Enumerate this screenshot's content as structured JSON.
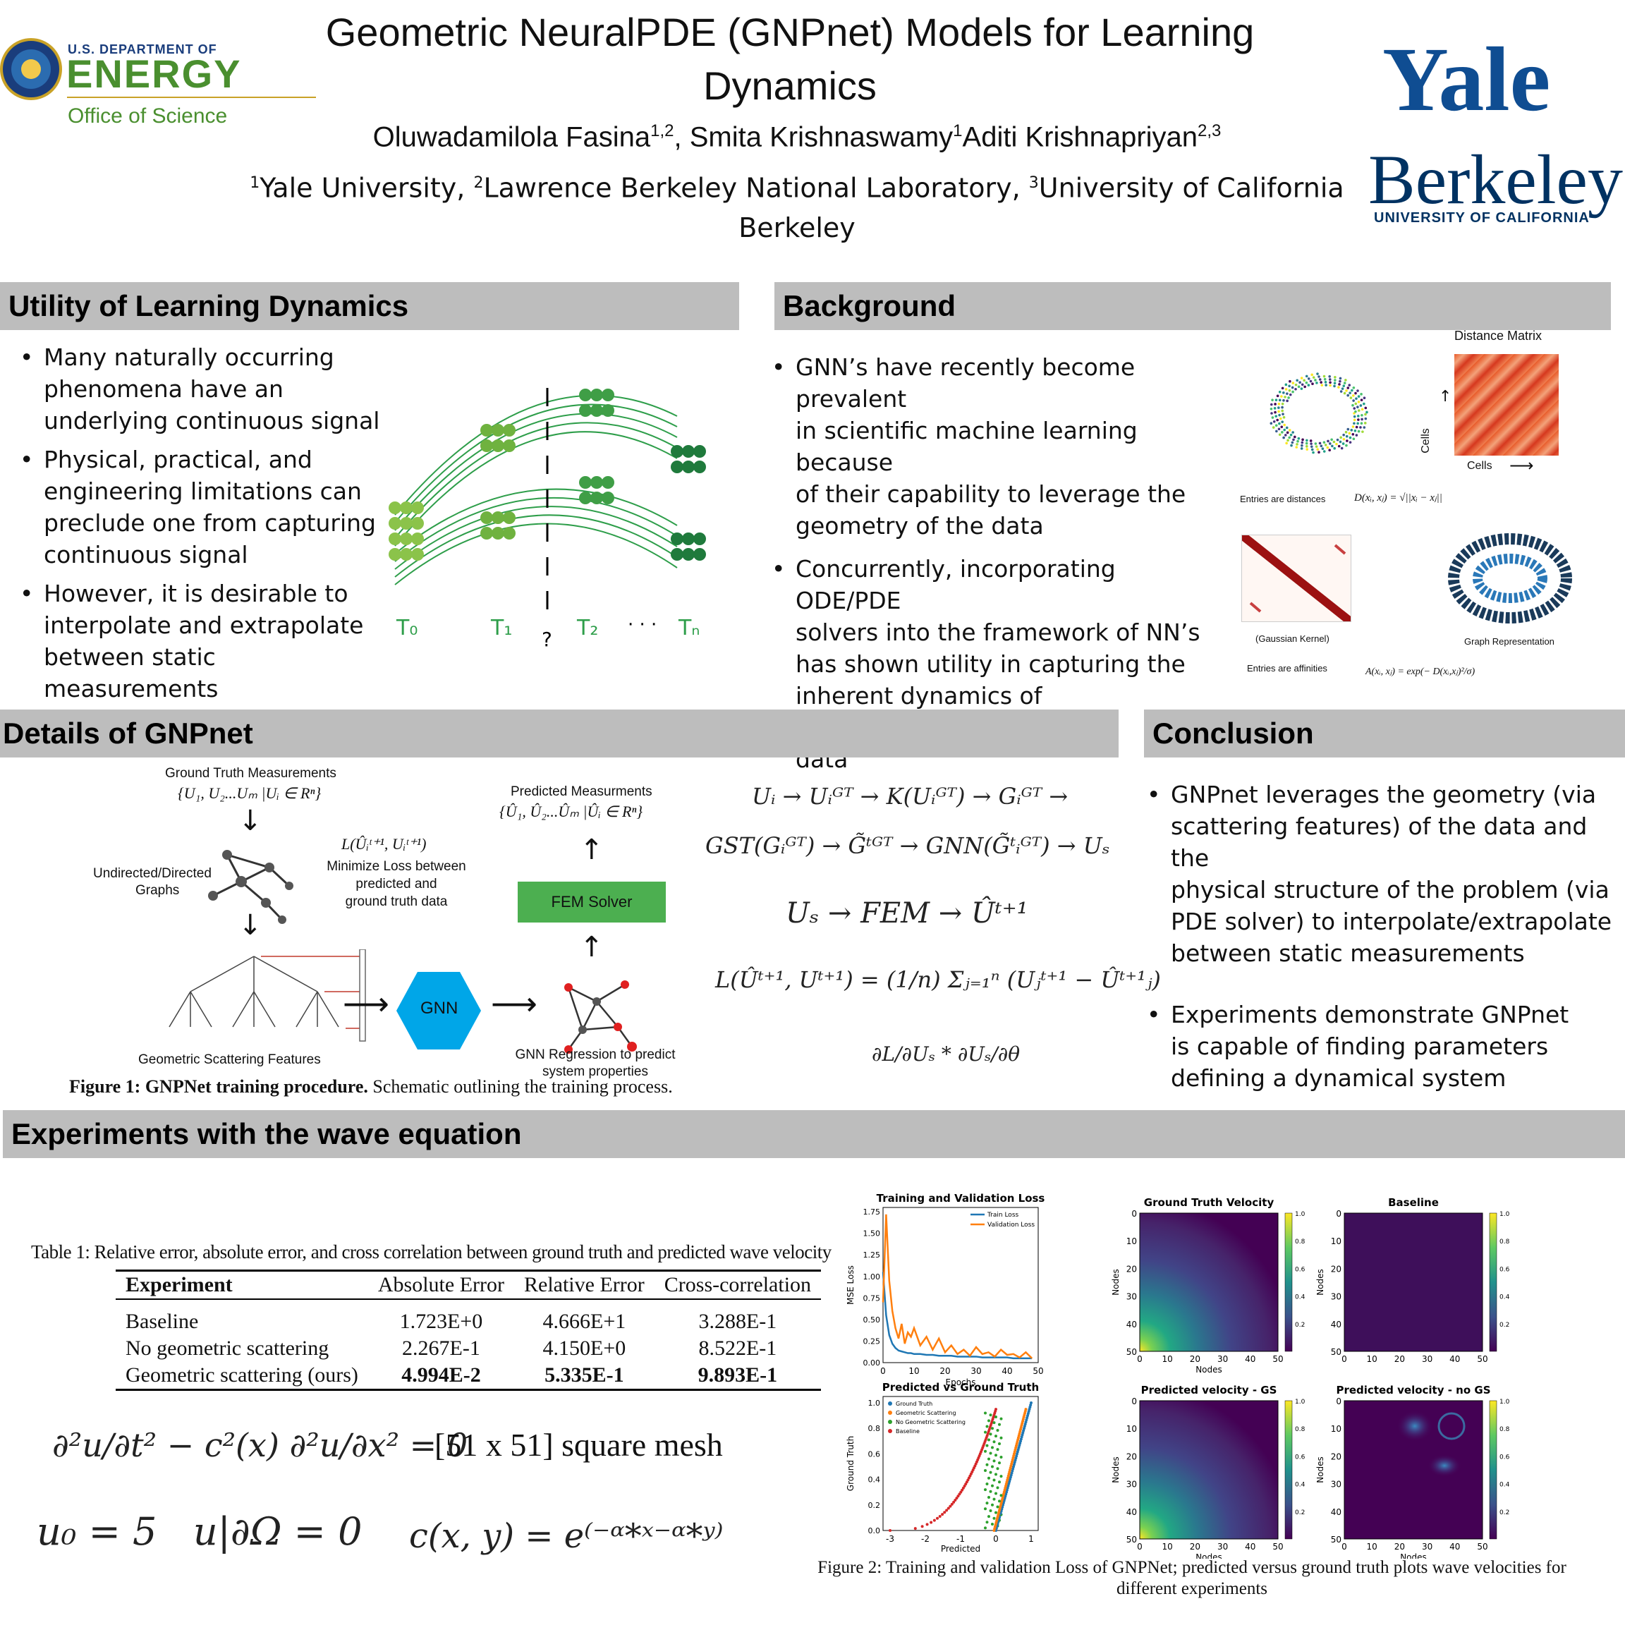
{
  "header": {
    "title_line1": "Geometric NeuralPDE (GNPnet) Models for Learning",
    "title_line2": "Dynamics",
    "authors": [
      {
        "name": "Oluwadamilola Fasina",
        "sup": "1,2"
      },
      {
        "name": ", Smita Krishnaswamy",
        "sup": "1"
      },
      {
        "name": "Aditi Krishnapriyan",
        "sup": "2,3"
      }
    ],
    "affiliations": [
      {
        "sup": "1",
        "name": "Yale University, "
      },
      {
        "sup": "2",
        "name": "Lawrence Berkeley National Laboratory, "
      },
      {
        "sup": "3",
        "name": "University of California"
      }
    ],
    "affiliation_line2": "Berkeley"
  },
  "logos": {
    "doe_line1": "U.S. DEPARTMENT OF",
    "doe_line2": "ENERGY",
    "doe_line3": "Office of Science",
    "yale": "Yale",
    "berkeley": "Berkeley",
    "berkeley_sub": "UNIVERSITY OF CALIFORNIA"
  },
  "colors": {
    "section_header_bg": "#bdbdbd",
    "yale_blue": "#0f4d92",
    "berkeley_blue": "#003262",
    "doe_green": "#4a8f2f",
    "fem_green": "#4caf50",
    "gnn_blue": "#00a6e8"
  },
  "utility": {
    "heading": "Utility of Learning Dynamics",
    "bullets": [
      [
        "Many naturally occurring",
        "phenomena have an",
        "underlying continuous signal"
      ],
      [
        "Physical, practical, and",
        "engineering limitations can",
        "preclude one from capturing",
        "continuous signal"
      ],
      [
        "However, it is desirable to",
        "interpolate and extrapolate",
        "between static measurements"
      ]
    ],
    "time_labels": [
      "T₀",
      "T₁",
      "?",
      "T₂",
      "· · ·",
      "Tₙ"
    ]
  },
  "background": {
    "heading": "Background",
    "bullets": [
      [
        "GNN’s have recently become prevalent",
        "in scientific machine learning because",
        "of their capability to leverage the",
        "geometry of the data"
      ],
      [
        "Concurrently, incorporating ODE/PDE",
        "solvers into the framework of NN’s",
        "has shown utility in capturing the",
        "inherent dynamics of measurement",
        "data"
      ]
    ],
    "distance_matrix_label": "Distance Matrix",
    "cells_label_x": "Cells",
    "cells_label_y": "Cells",
    "entries_distances": "Entries are distances",
    "distance_formula": "D(xᵢ, xⱼ) = √||xᵢ − xⱼ||",
    "gaussian_kernel_label": "(Gaussian Kernel)",
    "graph_rep_label": "Graph Representation",
    "entries_affinities": "Entries are affinities",
    "affinity_formula": "A(xᵢ, xⱼ) = exp(− D(xᵢ,xⱼ)²/σ)"
  },
  "details": {
    "heading": "Details of GNPnet",
    "gt_title": "Ground Truth Measurements",
    "gt_set": "{U₁, U₂...Uₘ |Uᵢ ∈ Rⁿ}",
    "graphs_label_1": "Undirected/Directed",
    "graphs_label_2": "Graphs",
    "loss_expr": "L(Ûᵢᵗ⁺¹, Uᵢᵗ⁺¹)",
    "loss_text": [
      "Minimize Loss between",
      "predicted and",
      "ground truth data"
    ],
    "pred_title": "Predicted Measurments",
    "pred_set": "{Û₁, Û₂...Ûₘ |Ûᵢ ∈ Rⁿ}",
    "fem_label": "FEM Solver",
    "gnn_label": "GNN",
    "scattering_label": "Geometric Scattering Features",
    "regression_label_1": "GNN Regression to predict",
    "regression_label_2": "system properties",
    "figure_caption_bold": "Figure 1: GNPNet training procedure.",
    "figure_caption_rest": " Schematic outlining the training process.",
    "equations": [
      "Uᵢ → Uᵢᴳᵀ → K(Uᵢᴳᵀ) → Gᵢᴳᵀ →",
      "GST(Gᵢᴳᵀ) → G̃ᵗᴳᵀ → GNN(G̃ᵗᵢᴳᵀ) → Uₛ",
      "Uₛ → FEM → Ûᵗ⁺¹",
      "L(Ûᵗ⁺¹, Uᵗ⁺¹) = (1/n) Σⱼ₌₁ⁿ (Uⱼᵗ⁺¹ − Ûᵗ⁺¹ⱼ)",
      "∂L/∂Uₛ * ∂Uₛ/∂θ"
    ]
  },
  "conclusion": {
    "heading": "Conclusion",
    "bullets": [
      [
        "GNPnet leverages the geometry (via",
        "scattering features) of the data and the",
        "physical structure of the problem (via",
        "PDE solver) to interpolate/extrapolate",
        "between static measurements"
      ],
      [
        "Experiments demonstrate GNPnet",
        "is capable of finding parameters",
        "defining a dynamical system"
      ]
    ]
  },
  "experiments": {
    "heading": "Experiments with the wave equation",
    "table_caption": "Table 1: Relative error, absolute error, and cross correlation between ground truth and predicted wave velocity",
    "table_headers": [
      "Experiment",
      "Absolute Error",
      "Relative Error",
      "Cross-correlation"
    ],
    "table_rows": [
      [
        "Baseline",
        "1.723E+0",
        "4.666E+1",
        "3.288E-1"
      ],
      [
        "No geometric scattering",
        "2.267E-1",
        "4.150E+0",
        "8.522E-1"
      ],
      [
        "Geometric scattering (ours)",
        "4.994E-2",
        "5.335E-1",
        "9.893E-1"
      ]
    ],
    "wave_eq": "∂²u/∂t² − c²(x) ∂²u/∂x² = 0",
    "mesh": "[51 x 51] square mesh",
    "init": "u₀ = 5   u|∂Ω = 0",
    "speed": "c(x, y) = e⁽⁻ᵅ*ˣ⁻ᵅ*ʸ⁾",
    "figure2_caption_line1": "Figure 2: Training and validation Loss of GNPNet; predicted versus ground truth plots wave velocities for",
    "figure2_caption_line2": "different experiments"
  },
  "chart_data": [
    {
      "type": "line",
      "title": "Training and Validation Loss",
      "xlabel": "Epochs",
      "ylabel": "MSE Loss",
      "xlim": [
        0,
        50
      ],
      "ylim": [
        0,
        1.8
      ],
      "xticks": [
        "0",
        "10",
        "20",
        "30",
        "40",
        "50"
      ],
      "yticks": [
        "0.00",
        "0.25",
        "0.50",
        "0.75",
        "1.00",
        "1.25",
        "1.50",
        "1.75"
      ],
      "legend_position": "top-right",
      "x": [
        0,
        1,
        2,
        3,
        4,
        5,
        6,
        7,
        8,
        9,
        10,
        12,
        14,
        16,
        18,
        20,
        22,
        24,
        26,
        28,
        30,
        32,
        34,
        36,
        38,
        40,
        42,
        44,
        46,
        48
      ],
      "series": [
        {
          "name": "Train Loss",
          "color": "#1f77b4",
          "values": [
            1.05,
            0.55,
            0.32,
            0.22,
            0.17,
            0.14,
            0.13,
            0.12,
            0.11,
            0.11,
            0.1,
            0.1,
            0.09,
            0.09,
            0.08,
            0.08,
            0.08,
            0.07,
            0.07,
            0.07,
            0.07,
            0.06,
            0.06,
            0.06,
            0.06,
            0.06,
            0.05,
            0.05,
            0.05,
            0.05
          ]
        },
        {
          "name": "Validation Loss",
          "color": "#ff7f0e",
          "values": [
            0.7,
            1.72,
            0.95,
            0.6,
            0.4,
            0.28,
            0.45,
            0.22,
            0.35,
            0.3,
            0.4,
            0.2,
            0.3,
            0.15,
            0.28,
            0.12,
            0.2,
            0.1,
            0.15,
            0.08,
            0.18,
            0.1,
            0.12,
            0.07,
            0.15,
            0.09,
            0.1,
            0.06,
            0.12,
            0.05
          ]
        }
      ]
    },
    {
      "type": "scatter",
      "title": "Predicted vs Ground Truth",
      "xlabel": "Predicted",
      "ylabel": "Ground Truth",
      "xlim": [
        -3.2,
        1.2
      ],
      "ylim": [
        0,
        1.05
      ],
      "xticks": [
        "-3",
        "-2",
        "-1",
        "0",
        "1"
      ],
      "yticks": [
        "0.0",
        "0.2",
        "0.4",
        "0.6",
        "0.8",
        "1.0"
      ],
      "legend_position": "top-left",
      "series": [
        {
          "name": "Ground Truth",
          "color": "#1f77b4"
        },
        {
          "name": "Geometric Scattering",
          "color": "#ff7f0e"
        },
        {
          "name": "No Geometric Scattering",
          "color": "#2ca02c"
        },
        {
          "name": "Baseline",
          "color": "#d62728"
        }
      ]
    },
    {
      "type": "heatmap",
      "title": "Ground Truth Velocity",
      "xlabel": "Nodes",
      "ylabel": "Nodes",
      "xticks": [
        "0",
        "10",
        "20",
        "30",
        "40",
        "50"
      ],
      "yticks": [
        "0",
        "10",
        "20",
        "30",
        "40",
        "50"
      ],
      "colorbar_ticks": [
        "1.0",
        "0.8",
        "0.6",
        "0.4",
        "0.2"
      ],
      "pattern": "exp decay from bottom-left corner"
    },
    {
      "type": "heatmap",
      "title": "Baseline",
      "xlabel": "",
      "ylabel": "Nodes",
      "xticks": [
        "0",
        "10",
        "20",
        "30",
        "40",
        "50"
      ],
      "yticks": [
        "0",
        "10",
        "20",
        "30",
        "40",
        "50"
      ],
      "colorbar_ticks": [
        "1.0",
        "0.8",
        "0.6",
        "0.4",
        "0.2"
      ],
      "pattern": "uniform low"
    },
    {
      "type": "heatmap",
      "title": "Predicted velocity - GS",
      "xlabel": "Nodes",
      "ylabel": "Nodes",
      "xticks": [
        "0",
        "10",
        "20",
        "30",
        "40",
        "50"
      ],
      "yticks": [
        "0",
        "10",
        "20",
        "30",
        "40",
        "50"
      ],
      "colorbar_ticks": [
        "1.0",
        "0.8",
        "0.6",
        "0.4",
        "0.2"
      ],
      "pattern": "exp decay from bottom-left corner"
    },
    {
      "type": "heatmap",
      "title": "Predicted velocity - no GS",
      "xlabel": "Nodes",
      "ylabel": "Nodes",
      "xticks": [
        "0",
        "10",
        "20",
        "30",
        "40",
        "50"
      ],
      "yticks": [
        "0",
        "10",
        "20",
        "30",
        "40",
        "50"
      ],
      "colorbar_ticks": [
        "1.0",
        "0.8",
        "0.6",
        "0.4",
        "0.2"
      ],
      "pattern": "scattered blobs"
    }
  ]
}
